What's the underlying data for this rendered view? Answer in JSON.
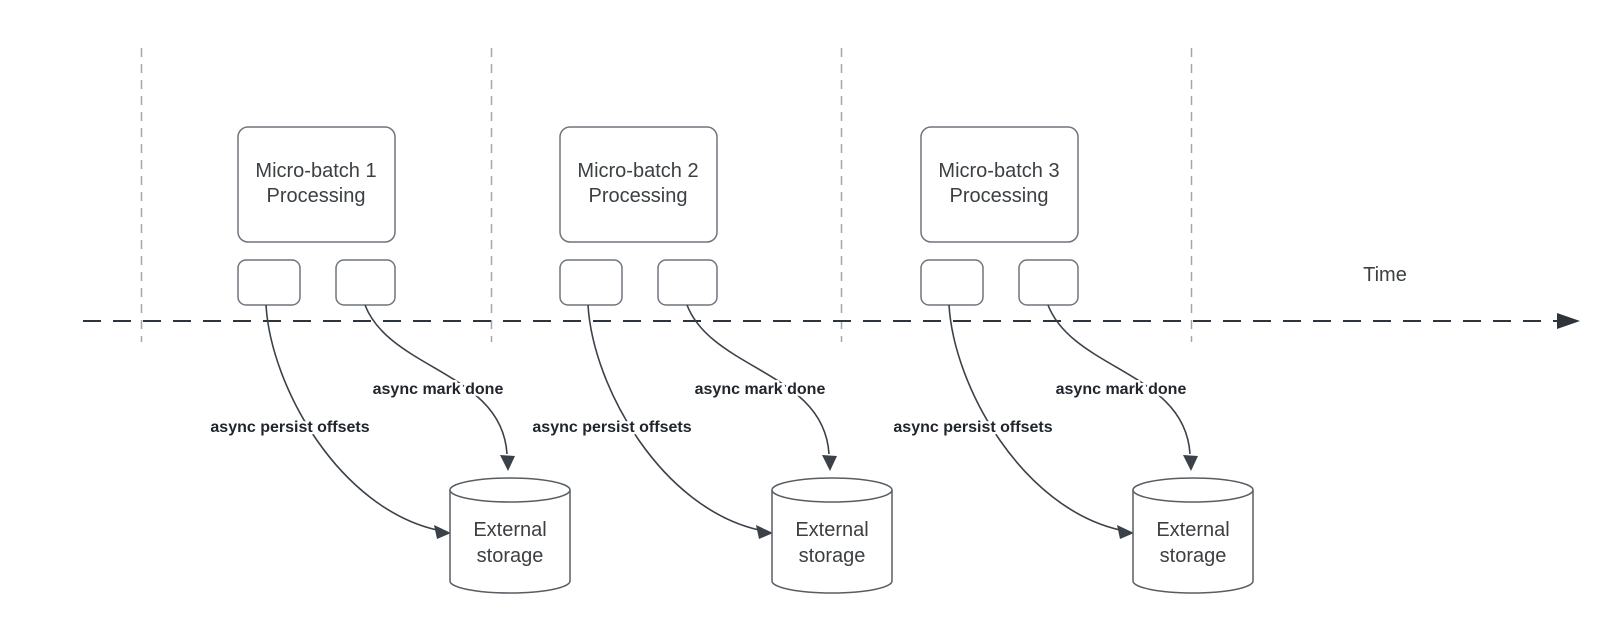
{
  "diagram": {
    "time_label": "Time",
    "groups": [
      {
        "id": "micro-batch-1",
        "box_line1": "Micro-batch 1",
        "box_line2": "Processing",
        "persist_label": "async persist offsets",
        "mark_done_label": "async mark done",
        "storage_line1": "External",
        "storage_line2": "storage"
      },
      {
        "id": "micro-batch-2",
        "box_line1": "Micro-batch 2",
        "box_line2": "Processing",
        "persist_label": "async persist offsets",
        "mark_done_label": "async mark done",
        "storage_line1": "External",
        "storage_line2": "storage"
      },
      {
        "id": "micro-batch-3",
        "box_line1": "Micro-batch 3",
        "box_line2": "Processing",
        "persist_label": "async persist offsets",
        "mark_done_label": "async mark done",
        "storage_line1": "External",
        "storage_line2": "storage"
      }
    ],
    "colors": {
      "background": "#ffffff",
      "shape_stroke": "#6f757d",
      "cylinder_stroke": "#585d64",
      "arrow_stroke": "#3b4149",
      "timeline_stroke": "#2e343b",
      "guide_line_stroke": "#a3a7ac",
      "shape_text": "#3c4043",
      "bold_label_text": "#21262d"
    }
  }
}
